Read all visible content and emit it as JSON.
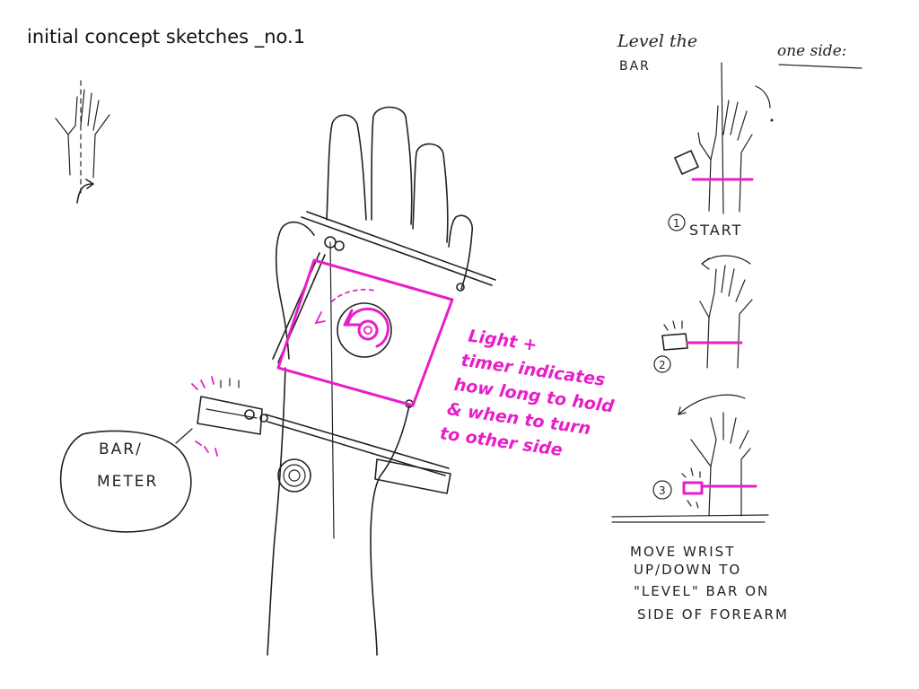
{
  "title": "initial concept sketches _no.1",
  "colors": {
    "ink": "#222222",
    "accent": "#e81ec8",
    "background": "#ffffff"
  },
  "main_sketch": {
    "note_lines": [
      "Light +",
      "timer indicates",
      "how long to hold",
      "& when to turn",
      "to other side"
    ],
    "bubble_lines": [
      "BAR/",
      "METER"
    ]
  },
  "steps_panel": {
    "heading_lines": [
      "Level the",
      "BAR"
    ],
    "side_note": "one side:",
    "steps": [
      {
        "number": "1",
        "label": "START"
      },
      {
        "number": "2",
        "label": ""
      },
      {
        "number": "3",
        "label": ""
      }
    ],
    "instruction_lines": [
      "MOVE WRIST",
      "UP/DOWN TO",
      "\"LEVEL\" BAR ON",
      "SIDE OF FOREARM"
    ]
  }
}
